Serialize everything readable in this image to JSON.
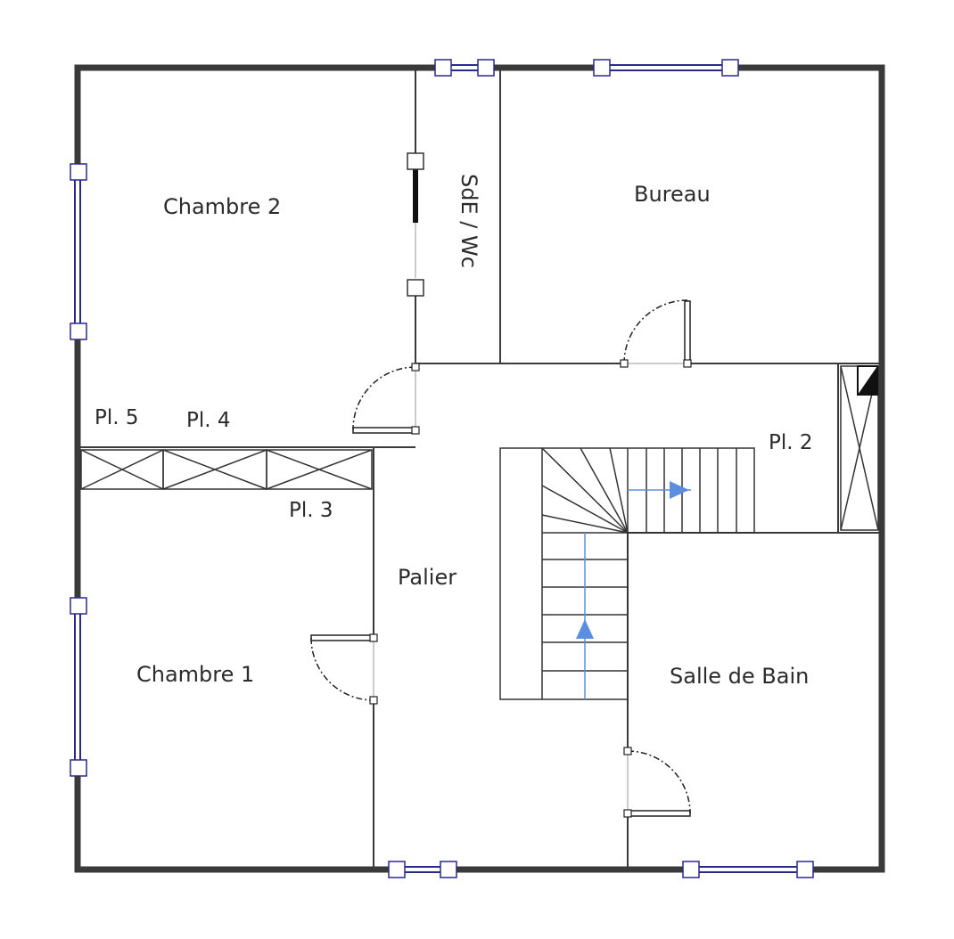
{
  "rooms": {
    "chambre2": "Chambre 2",
    "sde_wc": "SdE / Wc",
    "bureau": "Bureau",
    "palier": "Palier",
    "chambre1": "Chambre 1",
    "salle_de_bain": "Salle de Bain"
  },
  "closets": {
    "pl2": "Pl. 2",
    "pl3": "Pl. 3",
    "pl4": "Pl. 4",
    "pl5": "Pl. 5"
  },
  "colors": {
    "wall": "#3a3a3a",
    "partition": "#3a3a3a",
    "window": "#2a2a8c",
    "stair_arrow": "#5b8de0",
    "background": "#ffffff"
  }
}
